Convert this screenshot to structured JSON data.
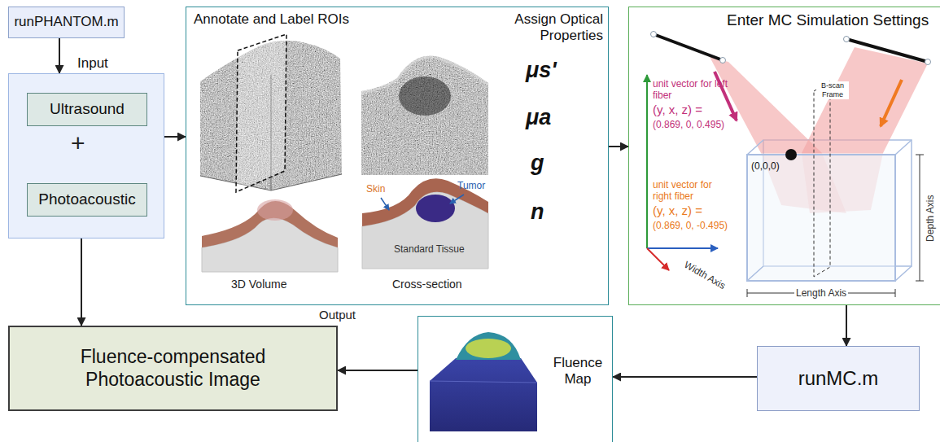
{
  "diagram": {
    "nodes": [
      {
        "text": [
          "runPHANTOM.m"
        ]
      },
      {
        "text": [
          "Input"
        ]
      },
      {
        "text": [
          "Ultrasound"
        ],
        "in": 1
      },
      {
        "text": [
          "Photoacoustic"
        ],
        "in": 1
      },
      {
        "text": [
          "Annotate and Label ROIs",
          "Assign Optical Properties"
        ]
      },
      {
        "text": [
          "Enter MC Simulation Settings"
        ]
      },
      {
        "text": [
          "Fluence-compensated Photoacoustic Image"
        ]
      },
      {
        "text": [
          "Fluence Map"
        ]
      },
      {
        "text": [
          "runMC.m"
        ]
      }
    ],
    "edges": [
      {
        "from": 0,
        "to": 1,
        "arrow": "to"
      },
      {
        "from": 1,
        "to": 4,
        "arrow": "to"
      },
      {
        "from": 4,
        "to": 5,
        "arrow": "to"
      },
      {
        "from": 5,
        "to": 8,
        "arrow": "to"
      },
      {
        "from": 8,
        "to": 7,
        "arrow": "to"
      },
      {
        "from": 7,
        "to": 6,
        "arrow": "to"
      },
      {
        "from": 1,
        "to": 6,
        "arrow": "to"
      }
    ],
    "labels": [
      "+",
      "μs'",
      "μa",
      "g",
      "n",
      "Skin",
      "Tumor",
      "Standard Tissue",
      "3D Volume",
      "Cross-section",
      "unit vector for left fiber",
      "(y, x, z) =",
      "(0.869, 0, 0.495)",
      "unit vector for right fiber",
      "(y, x, z) =",
      "(0.869, 0, -0.495)",
      "(0,0,0)",
      "B-scan Frame",
      "Depth Axis",
      "Width Axis",
      "Length Axis",
      "Output"
    ]
  }
}
